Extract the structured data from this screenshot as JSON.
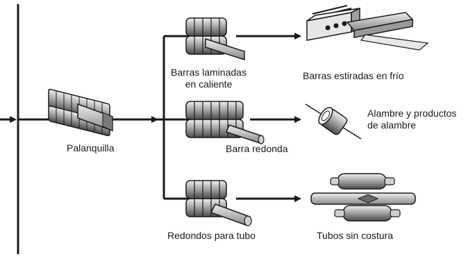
{
  "labels": {
    "billet": "Palanquilla",
    "hot_rolled_bars_line1": "Barras laminadas",
    "hot_rolled_bars_line2": "en caliente",
    "cold_drawn_bars": "Barras estiradas en frío",
    "round_bar": "Barra redonda",
    "wire_line1": "Alambre y productos",
    "wire_line2": "de alambre",
    "tube_rounds": "Redondos para tubo",
    "seamless_tubes": "Tubos sin costura"
  },
  "colors": {
    "ink": "#1a1a1a",
    "roll_dark": "#5a5a5a",
    "roll_mid": "#9a9a9a",
    "roll_light": "#d9d9d9",
    "steel": "#bdbdbd"
  }
}
